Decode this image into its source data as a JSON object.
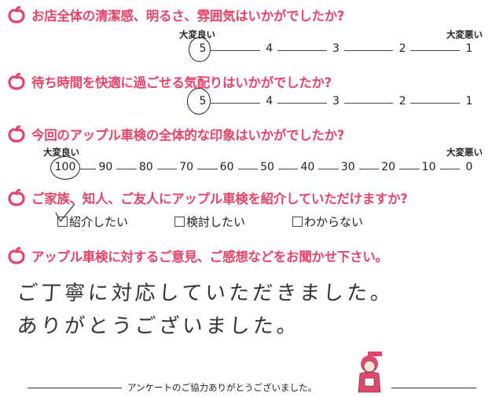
{
  "colors": {
    "accent": "#e2476b"
  },
  "questions": [
    {
      "title": "お店全体の清潔感、明るさ、雰囲気はいかがでしたか?",
      "label_best": "大変良い",
      "label_worst": "大変悪い",
      "scale": [
        "5",
        "4",
        "3",
        "2",
        "1"
      ],
      "selected": "5"
    },
    {
      "title": "待ち時間を快適に過ごせる気配りはいかがでしたか?",
      "scale": [
        "5",
        "4",
        "3",
        "2",
        "1"
      ],
      "selected": "5"
    },
    {
      "title": "今回のアップル車検の全体的な印象はいかがでしたか?",
      "label_best": "大変良い",
      "label_worst": "大変悪い",
      "scale": [
        "100",
        "90",
        "80",
        "70",
        "60",
        "50",
        "40",
        "30",
        "20",
        "10",
        "0"
      ],
      "selected": "100"
    },
    {
      "title": "ご家族、知人、ご友人にアップル車検を紹介していただけますか?",
      "options": [
        "紹介したい",
        "検討したい",
        "わからない"
      ],
      "checked": "紹介したい"
    },
    {
      "title": "アップル車検に対するご意見、ご感想などをお聞かせ下さい。",
      "answer_lines": [
        "ご丁寧に対応していただきました。",
        "ありがとうございました。"
      ]
    }
  ],
  "footer": "アンケートのご協力ありがとうございました。"
}
